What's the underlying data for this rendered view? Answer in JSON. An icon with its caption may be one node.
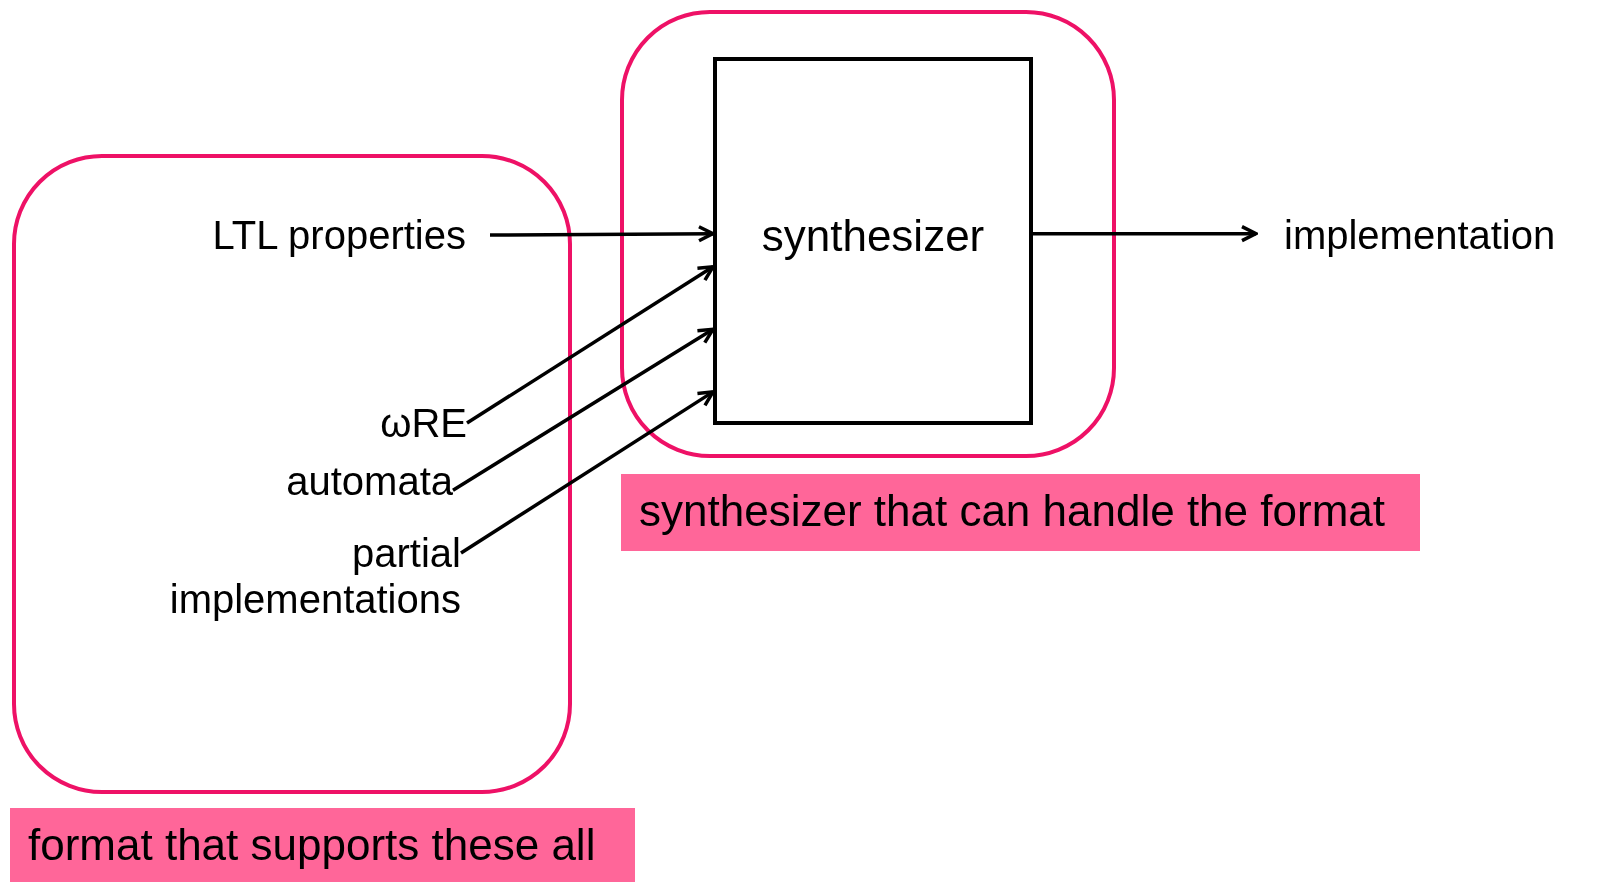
{
  "diagram": {
    "nodes": [
      {
        "text": [],
        "shape": "box"
      },
      {
        "text": [
          "LTL properties"
        ],
        "in": 0
      },
      {
        "text": [
          "ωRE"
        ],
        "in": 0
      },
      {
        "text": [
          "automata"
        ],
        "in": 0
      },
      {
        "text": [
          "partial implementations"
        ],
        "in": 0
      },
      {
        "text": [],
        "shape": "box"
      },
      {
        "text": [
          "synthesizer"
        ],
        "in": 5
      },
      {
        "text": [
          "implementation"
        ]
      },
      {
        "text": [
          "synthesizer that can handle the format"
        ]
      },
      {
        "text": [
          "format that supports these all"
        ]
      }
    ],
    "edges": [
      {
        "from": 1,
        "to": 6,
        "arrow": "to"
      },
      {
        "from": 2,
        "to": 6,
        "arrow": "to"
      },
      {
        "from": 3,
        "to": 6,
        "arrow": "to"
      },
      {
        "from": 4,
        "to": 6,
        "arrow": "to"
      },
      {
        "from": 6,
        "to": 7,
        "arrow": "to"
      }
    ]
  }
}
